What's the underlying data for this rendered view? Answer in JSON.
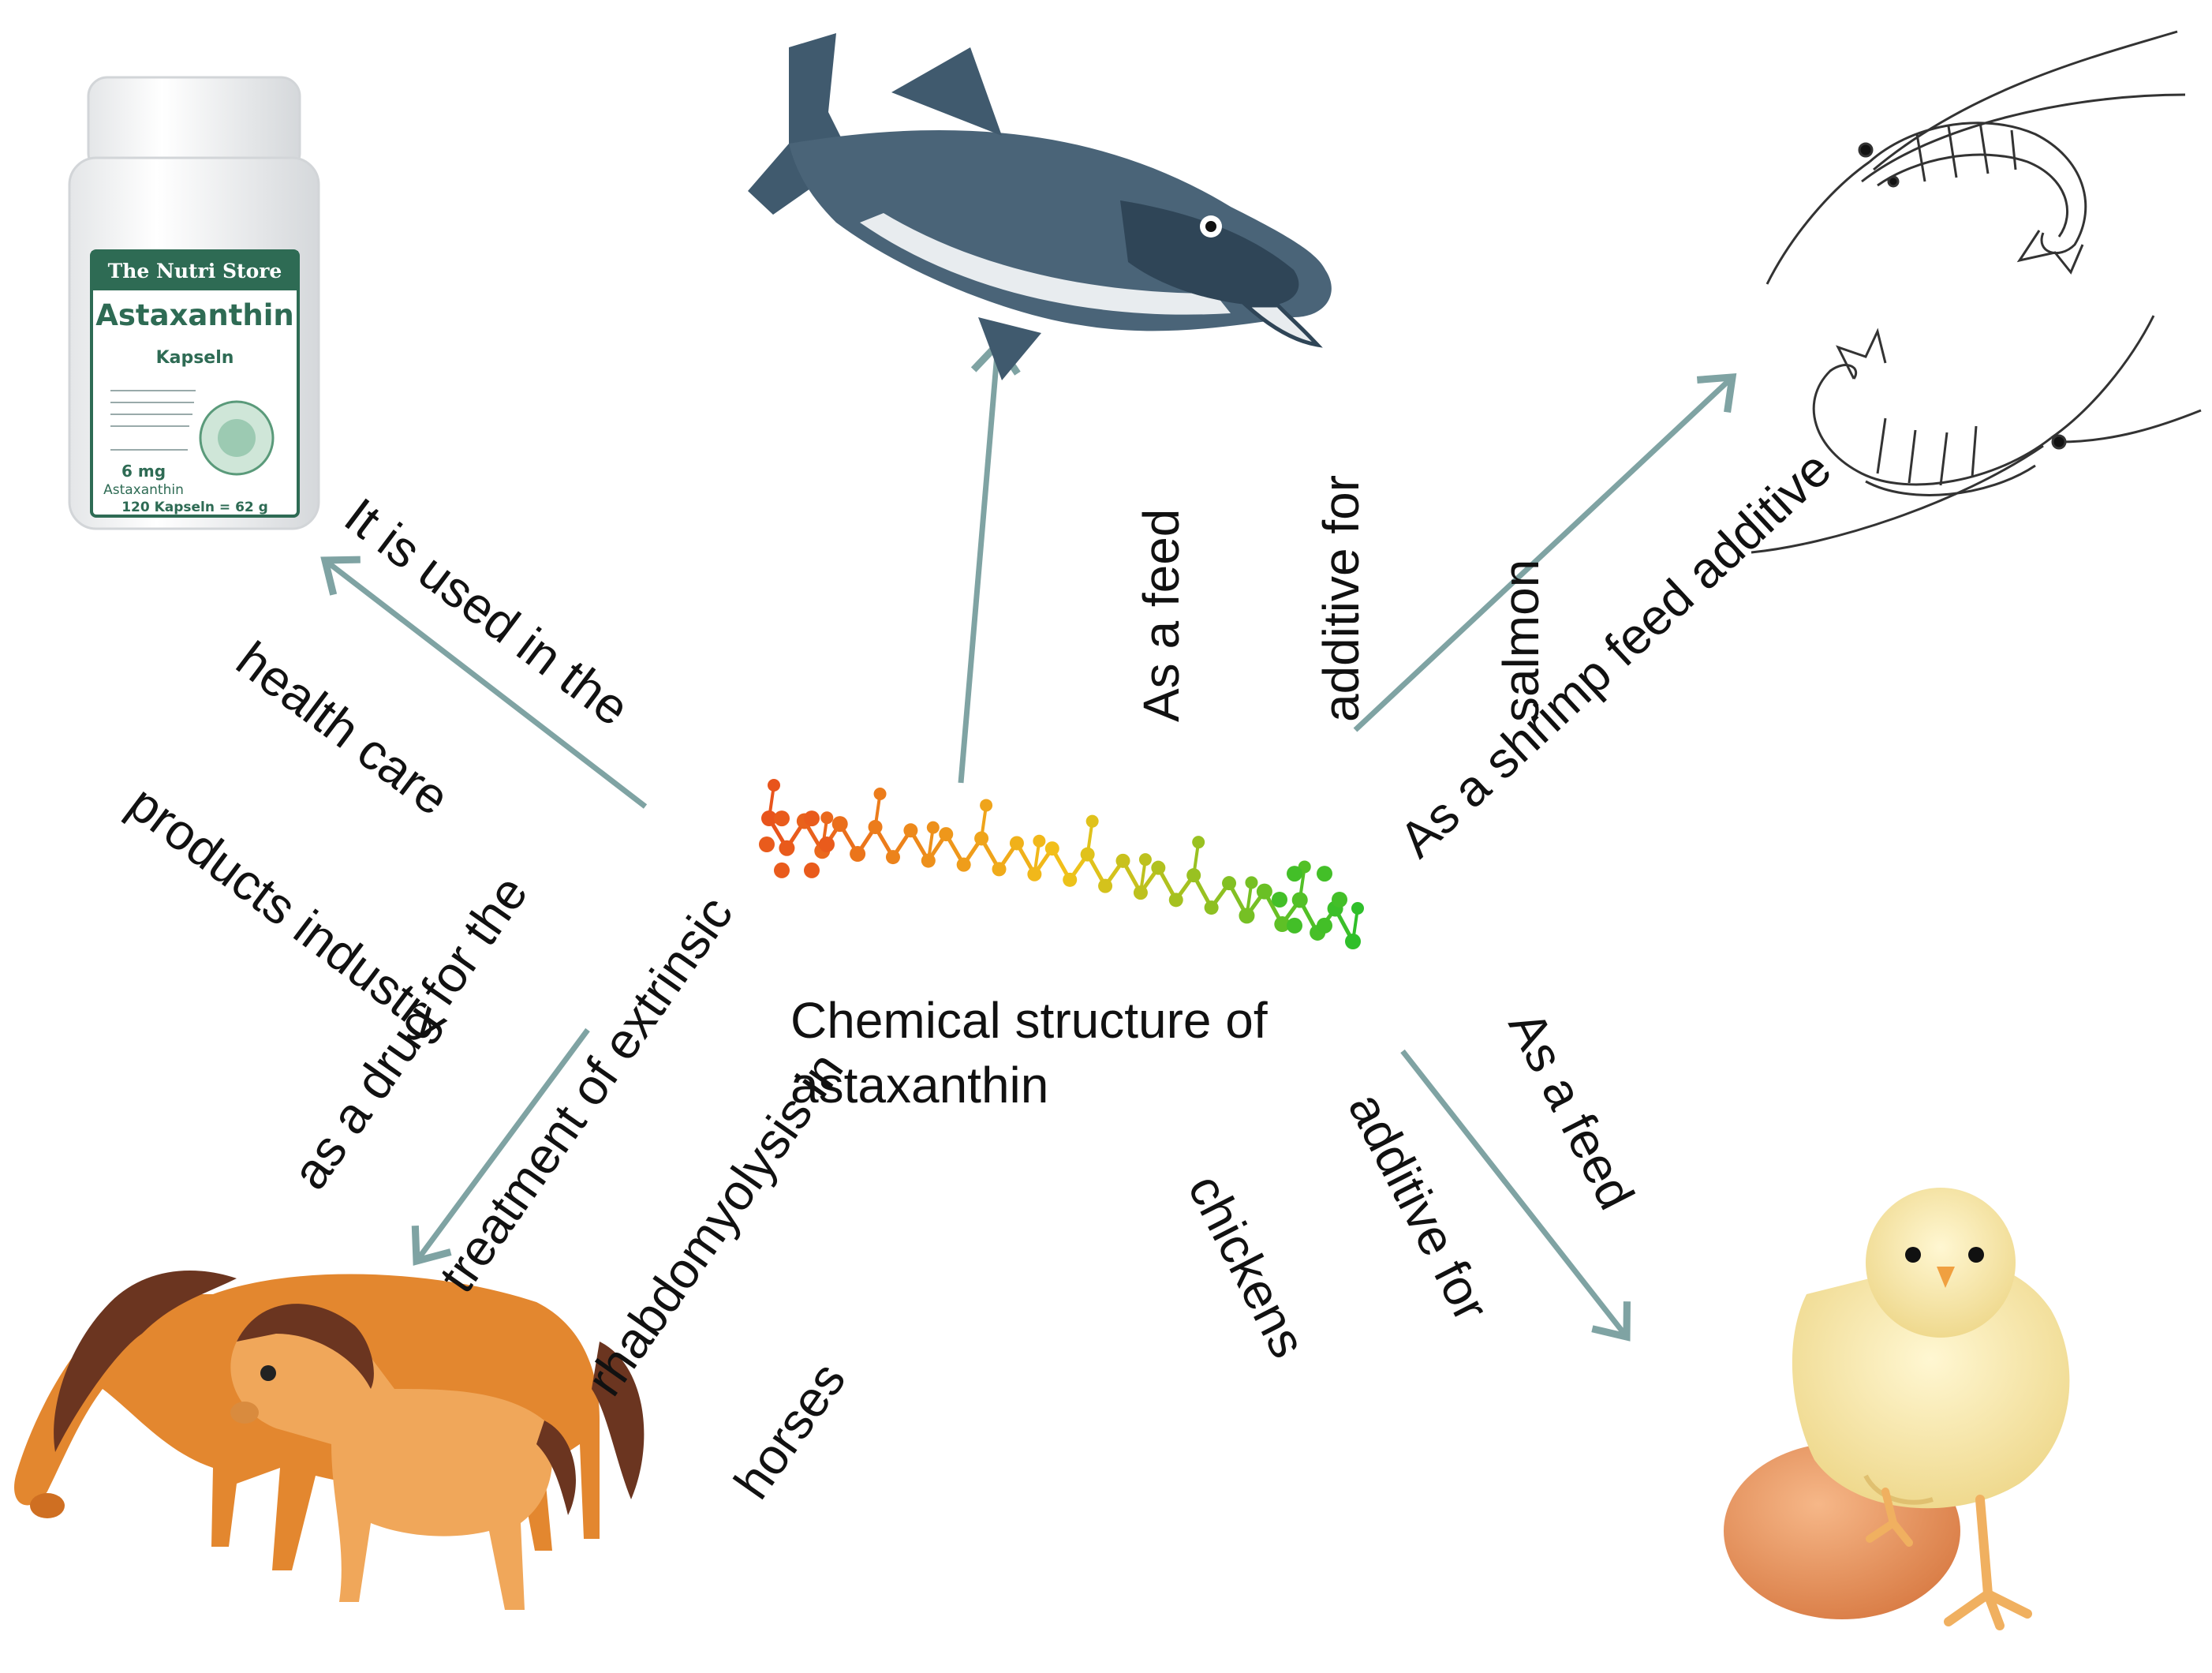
{
  "center": {
    "caption_line1": "Chemical structure of",
    "caption_line2": "astaxanthin"
  },
  "branches": {
    "health": {
      "lines": [
        "It is used in the",
        "health care",
        "products industry"
      ],
      "product": {
        "brand": "The Nutri Store",
        "name": "Astaxanthin",
        "type": "Kapseln",
        "dose": "6 mg",
        "dose_label": "Astaxanthin",
        "count": "120 Kapseln = 62 g"
      }
    },
    "salmon": {
      "lines": [
        "As a feed",
        "additive for",
        "salmon"
      ]
    },
    "shrimp": {
      "lines": [
        "As a shrimp feed additive"
      ]
    },
    "horses": {
      "lines": [
        "as a drug for the",
        "treatment of extrinsic",
        "rhabdomyolysis in",
        "horses"
      ]
    },
    "chickens": {
      "lines": [
        "As a feed",
        "additive for",
        "chickens"
      ]
    }
  },
  "colors": {
    "arrow": "#7fa3a3",
    "salmon_body": "#4a6478",
    "salmon_belly": "#e8ecef",
    "horse": "#e3872f",
    "foal": "#f0a75a",
    "mane": "#6b3520",
    "chick": "#f7e9b0",
    "egg": "#e8955e",
    "molecule_start": "#e8541c",
    "molecule_mid": "#f2c21a",
    "molecule_end": "#2fbf2a"
  }
}
